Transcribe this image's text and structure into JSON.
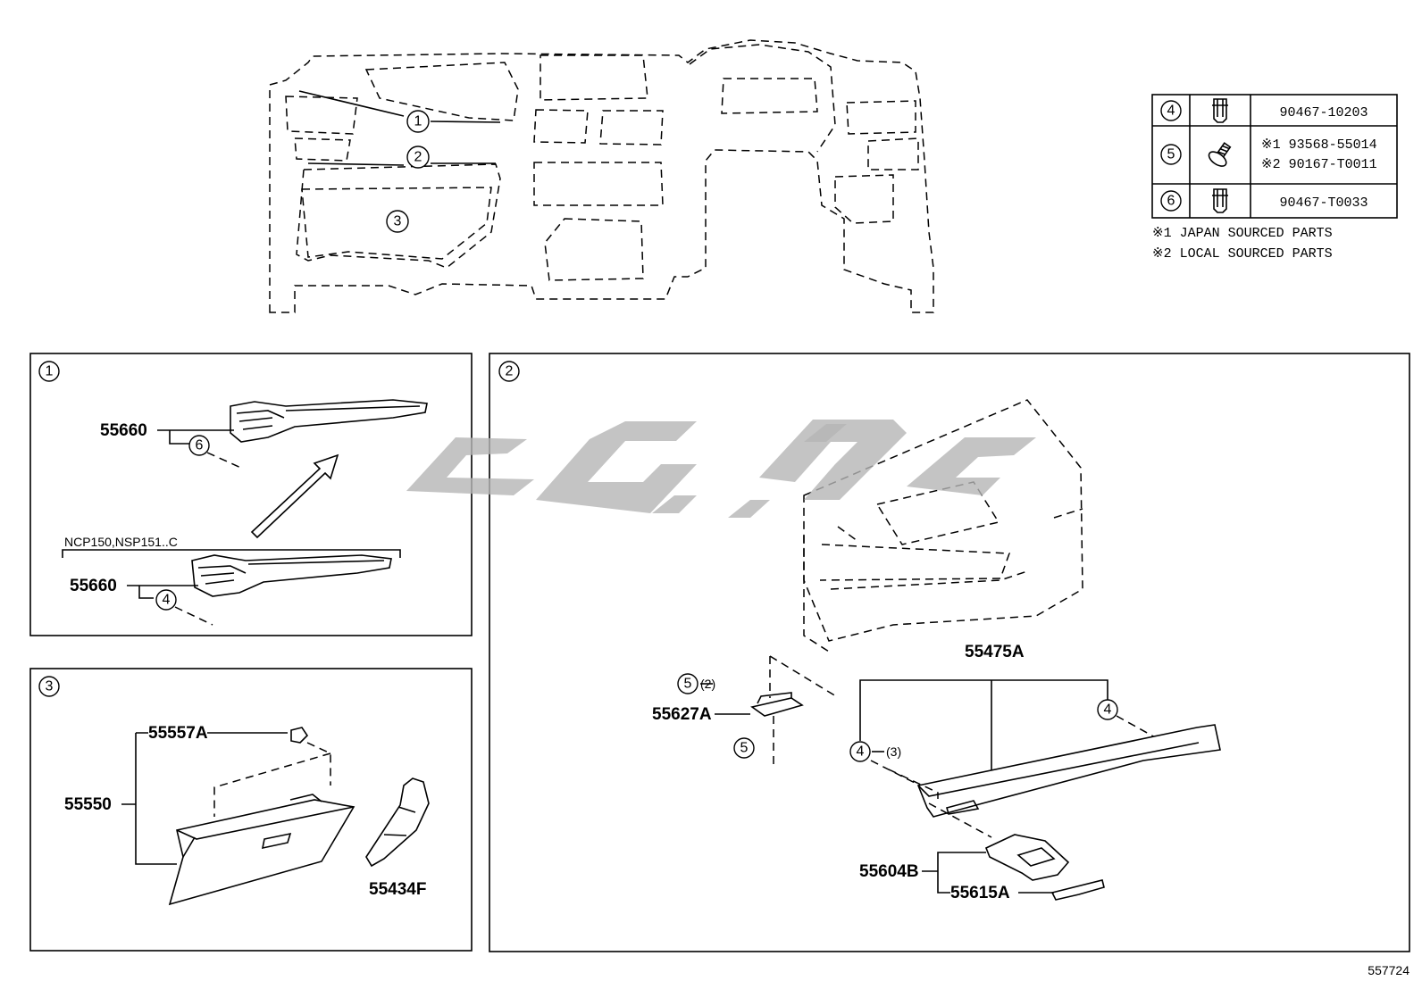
{
  "overview": {
    "callouts": [
      "1",
      "2",
      "3"
    ]
  },
  "fastener_table": {
    "rows": [
      {
        "key": "4",
        "icon": "clip-icon",
        "parts": [
          "90467-10203"
        ]
      },
      {
        "key": "5",
        "icon": "screw-icon",
        "parts": [
          "※1 93568-55014",
          "※2 90167-T0011"
        ]
      },
      {
        "key": "6",
        "icon": "clip-icon",
        "parts": [
          "90467-T0033"
        ]
      }
    ],
    "notes": [
      "※1 JAPAN SOURCED PARTS",
      "※2 LOCAL SOURCED PARTS"
    ]
  },
  "panel1": {
    "number": "1",
    "part_upper": "55660",
    "clip_upper": "6",
    "variant_label": "NCP150,NSP151..C",
    "part_lower": "55660",
    "clip_lower": "4"
  },
  "panel2": {
    "number": "2",
    "part_55627a": "55627A",
    "screw_a": "5",
    "screw_a_qty": "(2)",
    "screw_b": "5",
    "part_55475a": "55475A",
    "clip_a": "4",
    "clip_b": "4",
    "clip_b_qty": "(3)",
    "part_55604b": "55604B",
    "part_55615a": "55615A"
  },
  "panel3": {
    "number": "3",
    "part_55557a": "55557A",
    "part_55550": "55550",
    "part_55434f": "55434F"
  },
  "footer": {
    "illustration_id": "557724"
  }
}
